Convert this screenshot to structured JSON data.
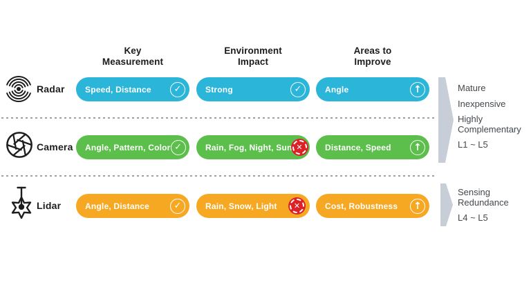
{
  "columns": [
    "Key\nMeasurement",
    "Environment\nImpact",
    "Areas to\nImprove"
  ],
  "rows": [
    {
      "name": "Radar",
      "icon": "radar-icon",
      "color": "#2AB5D9",
      "cells": [
        {
          "text": "Speed, Distance",
          "status": "check",
          "icon": "check-circle-icon"
        },
        {
          "text": "Strong",
          "status": "check",
          "icon": "check-circle-icon"
        },
        {
          "text": "Angle",
          "status": "improve",
          "icon": "up-arrow-circle-icon"
        }
      ]
    },
    {
      "name": "Camera",
      "icon": "camera-aperture-icon",
      "color": "#5CBE4B",
      "cells": [
        {
          "text": "Angle, Pattern, Color",
          "status": "check",
          "icon": "check-circle-icon"
        },
        {
          "text": "Rain, Fog, Night, Sun",
          "status": "cross",
          "icon": "cross-badge-icon"
        },
        {
          "text": "Distance, Speed",
          "status": "improve",
          "icon": "up-arrow-circle-icon"
        }
      ]
    },
    {
      "name": "Lidar",
      "icon": "lidar-icon",
      "color": "#F7A823",
      "cells": [
        {
          "text": "Angle, Distance",
          "status": "check",
          "icon": "check-circle-icon"
        },
        {
          "text": "Rain, Snow, Light",
          "status": "cross",
          "icon": "cross-badge-icon"
        },
        {
          "text": "Cost, Robustness",
          "status": "improve",
          "icon": "up-arrow-circle-icon"
        }
      ]
    }
  ],
  "annotations": [
    {
      "lines": [
        "Mature",
        "Inexpensive",
        "Highly Complementary",
        "L1 ~ L5"
      ]
    },
    {
      "lines": [
        "Sensing Redundance",
        "L4 ~ L5"
      ]
    }
  ],
  "colors": {
    "radar_blue": "#2AB5D9",
    "camera_green": "#5CBE4B",
    "lidar_orange": "#F7A823",
    "bracket_gray": "#C7CED8",
    "cross_red": "#DC2127",
    "text_dark": "#1d1d1d"
  }
}
